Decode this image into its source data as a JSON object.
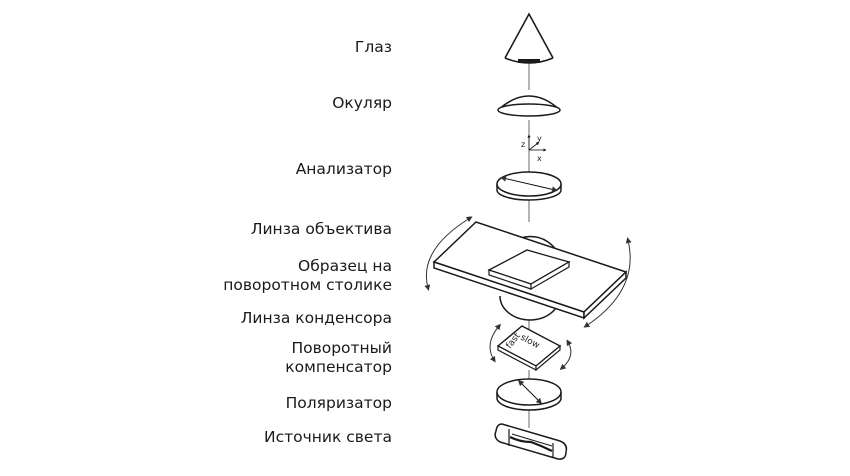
{
  "labels": {
    "eye": "Глаз",
    "eyepiece": "Окуляр",
    "analyzer": "Анализатор",
    "objective": "Линза объектива",
    "specimen_line1": "Образец на",
    "specimen_line2": "поворотном столике",
    "condenser": "Линза конденсора",
    "compensator_line1": "Поворотный",
    "compensator_line2": "компенсатор",
    "polarizer": "Поляризатор",
    "light_source": "Источник света"
  },
  "axes": {
    "z": "z",
    "y": "y",
    "x": "x"
  },
  "compensator_marks": {
    "fast": "fast",
    "slow": "slow"
  },
  "colors": {
    "stroke": "#1a1a1a",
    "fill": "#ffffff",
    "shade": "#e6e6e6"
  }
}
